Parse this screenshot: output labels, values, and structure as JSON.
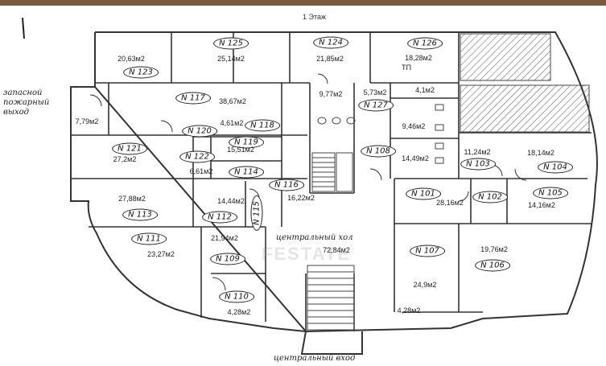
{
  "title": "1 Этаж",
  "watermark": "FESTATE",
  "labels": {
    "fire_exit": [
      "запасной",
      "пожарный",
      "выход"
    ],
    "central_hall": "центральный хол",
    "main_entrance": "центральный вход"
  },
  "rooms": [
    {
      "num": "N 125",
      "area": "25,14м2"
    },
    {
      "num": "N 124",
      "area": "21,85м2"
    },
    {
      "num": "N 126",
      "area": "18,28м2",
      "note": "ТП"
    },
    {
      "num": "N 123",
      "area": "20,63м2"
    },
    {
      "num": "N 117",
      "area": "38,67м2"
    },
    {
      "num": "",
      "area": "9,77м2"
    },
    {
      "num": "N 127",
      "area": "5,73м2"
    },
    {
      "num": "",
      "area": "4,1м2"
    },
    {
      "num": "",
      "area": "7,79м2"
    },
    {
      "num": "N 118",
      "area": "4,61м2"
    },
    {
      "num": "N 119",
      "area": "15,51м2"
    },
    {
      "num": "N 120",
      "area": ""
    },
    {
      "num": "N 121",
      "area": "27,2м2"
    },
    {
      "num": "N 122",
      "area": "6,61м2"
    },
    {
      "num": "N 114",
      "area": ""
    },
    {
      "num": "N 108",
      "area": ""
    },
    {
      "num": "",
      "area": "9,46м2"
    },
    {
      "num": "",
      "area": "14,49м2"
    },
    {
      "num": "N 103",
      "area": "11,24м2"
    },
    {
      "num": "N 104",
      "area": "18,14м2"
    },
    {
      "num": "N 116",
      "area": "16,22м2"
    },
    {
      "num": "N 113",
      "area": "27,88м2"
    },
    {
      "num": "N 112",
      "area": "14,44м2"
    },
    {
      "num": "N 115",
      "area": ""
    },
    {
      "num": "N 101",
      "area": "28,16м2"
    },
    {
      "num": "N 102",
      "area": ""
    },
    {
      "num": "N 105",
      "area": "14,16м2"
    },
    {
      "num": "N 111",
      "area": "23,27м2"
    },
    {
      "num": "N 109",
      "area": "21,94м2"
    },
    {
      "num": "",
      "area": "72,84м2"
    },
    {
      "num": "N 107",
      "area": "24,9м2"
    },
    {
      "num": "N 106",
      "area": "19,76м2"
    },
    {
      "num": "N 110",
      "area": "4,28м2"
    },
    {
      "num": "",
      "area": "4,28м2"
    }
  ]
}
